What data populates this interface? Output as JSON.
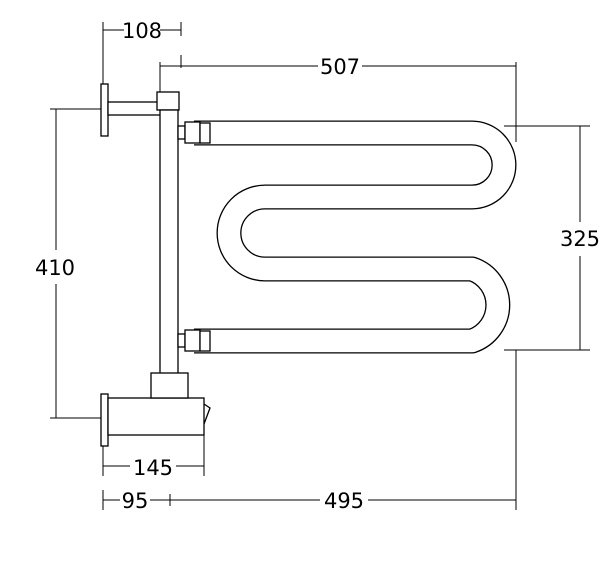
{
  "dimensions": {
    "flange_offset": "108",
    "overall_width": "507",
    "coil_height": "325",
    "mount_height": "410",
    "valve_length": "145",
    "left_offset": "95",
    "right_span": "495"
  }
}
